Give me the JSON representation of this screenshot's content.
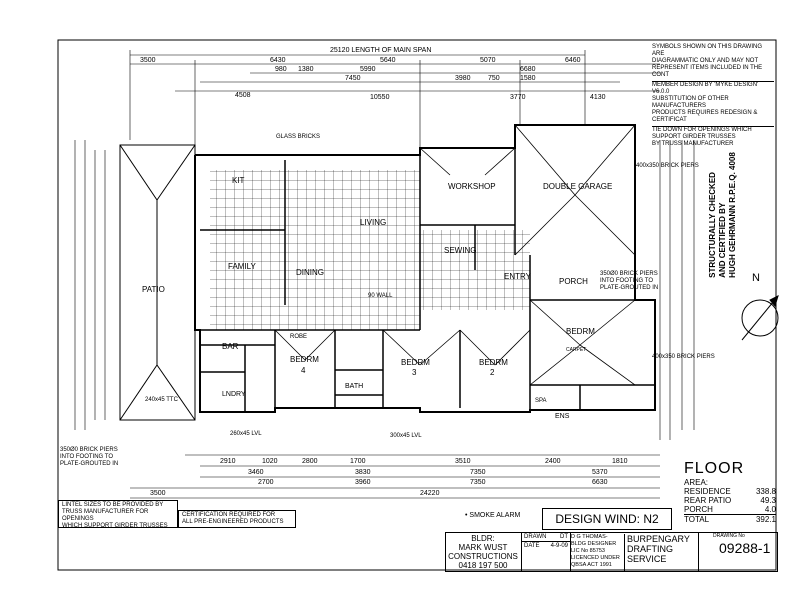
{
  "header_dims": {
    "main_span": "25120 LENGTH OF MAIN SPAN",
    "top_row": [
      "3500",
      "6430",
      "5640",
      "5070",
      "6460"
    ],
    "second_row": [
      "980",
      "1380",
      "5990",
      "6680"
    ],
    "third_row": [
      "7450",
      "3980",
      "750",
      "1580"
    ],
    "fourth_row": [
      "4508",
      "10550",
      "3770",
      "4130"
    ]
  },
  "notes_top_right": [
    "SYMBOLS SHOWN ON THIS DRAWING ARE",
    "DIAGRAMMATIC ONLY AND MAY NOT",
    "REPRESENT ITEMS INCLUDED IN THE CONT",
    "MEMBER DESIGN BY 'MYKE DESIGN' V6.0.0",
    "SUBSTITUTION OF OTHER MANUFACTURERS",
    "PRODUCTS REQUIRES REDESIGN & CERTIFICAT",
    "TIE DOWN FOR OPENINGS WHICH",
    "SUPPORT GIRDER TRUSSES",
    "BY TRUSS MANUFACTURER"
  ],
  "certification": {
    "line1": "STRUCTURALLY CHECKED",
    "line2": "AND CERTIFIED BY",
    "line3": "HUGH GEHRMANN R.P.E.Q. 4008"
  },
  "rooms": {
    "kit": "KIT",
    "family": "FAMILY",
    "patio": "PATIO",
    "dining": "DINING",
    "living": "LIVING",
    "workshop": "WORKSHOP",
    "double_garage": "DOUBLE GARAGE",
    "sewing": "SEWING",
    "entry": "ENTRY",
    "porch": "PORCH",
    "bedrm1": "BEDRM",
    "bedrm2": "BEDRM",
    "bedrm2_num": "2",
    "bedrm3": "BEDRM",
    "bedrm3_num": "3",
    "bedrm4": "BEDRM",
    "bedrm4_num": "4",
    "carpet": "CARPET",
    "bar": "BAR",
    "bath": "BATH",
    "robe": "ROBE",
    "spa": "SPA",
    "ens": "ENS",
    "lndry": "LNDRY",
    "glass_bricks": "GLASS BRICKS",
    "wall_90": "90 WALL"
  },
  "labels": {
    "brick_piers_right": "350Ø0 BRICK PIERS\nINTO FOOTING TO\nPLATE-GROUTED IN",
    "brick_piers_left": "350Ø0 BRICK PIERS\nINTO FOOTING TO\nPLATE-GROUTED IN",
    "brick_piers_small": "400x350 BRICK PIERS",
    "brick_piers_top": "400x350 BRICK PIERS",
    "lvl_left": "260x45 LVL",
    "lvl_mid": "300x45 LVL",
    "ttc_left": "240x45 TTC",
    "north": "N",
    "smoke_alarm": "• SMOKE ALARM"
  },
  "bottom_dims": {
    "row1": [
      "2910",
      "1020",
      "2800",
      "1700",
      "3510",
      "2400",
      "1810"
    ],
    "row2": [
      "3460",
      "3830",
      "7350",
      "5370"
    ],
    "row3": [
      "2700",
      "3960",
      "7350",
      "6630"
    ],
    "overall_left": "3500",
    "overall": "24220"
  },
  "notes_bottom_left": [
    "LINTEL SIZES TO BE PROVIDED BY",
    "TRUSS MANUFACTURER FOR OPENINGS",
    "WHICH SUPPORT GIRDER TRUSSES"
  ],
  "notes_bottom_mid": [
    "CERTIFICATION REQUIRED FOR",
    "ALL PRE-ENGINEERED PRODUCTS"
  ],
  "design_wind": "DESIGN WIND: N2",
  "floor_area": {
    "title": "FLOOR",
    "subtitle": "AREA:",
    "rows": [
      {
        "label": "RESIDENCE",
        "value": "338.8"
      },
      {
        "label": "REAR PATIO",
        "value": "49.3"
      },
      {
        "label": "PORCH",
        "value": "4.0"
      },
      {
        "label": "TOTAL",
        "value": "392.1"
      }
    ]
  },
  "title_block": {
    "builder_label": "BLDR:",
    "builder_name": "MARK WUST",
    "builder_company": "CONSTRUCTIONS",
    "builder_phone": "0418 197 500",
    "drawn_label": "DRAWN",
    "drawn_value": "DT",
    "date_label": "DATE",
    "date_value": "4-9-09",
    "designer1": "D G THOMAS-",
    "designer2": "BLDG DESIGNER",
    "designer3": "LIC No 85753",
    "licence": "LICENCED UNDER",
    "qbsa": "QBSA ACT 1991",
    "firm1": "BURPENGARY",
    "firm2": "DRAFTING",
    "firm3": "SERVICE",
    "drawing_no_label": "DRAWING No",
    "drawing_no": "09288-1"
  }
}
